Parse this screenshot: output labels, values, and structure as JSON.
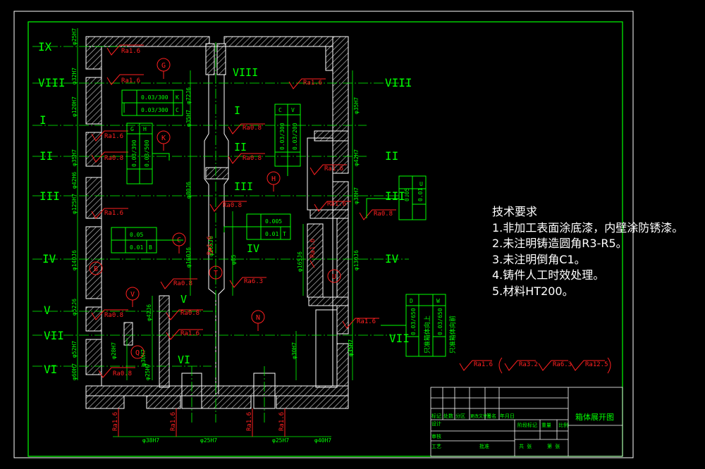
{
  "colors": {
    "background": "#000000",
    "frame": "#00ff00",
    "section": "#00ff00",
    "roughness": "#ff2020",
    "datum": "#ff2020",
    "tolerance": "#00ff00",
    "dimension": "#00ff00",
    "text": "#ffffff"
  },
  "section_labels_left": [
    "IX",
    "VIII",
    "I",
    "II",
    "III",
    "IV",
    "V",
    "VII",
    "VI"
  ],
  "section_labels_inner": [
    "VIII",
    "I",
    "II",
    "III",
    "IV",
    "V",
    "VI"
  ],
  "section_labels_right": [
    "VIII",
    "II",
    "III",
    "IV",
    "VII"
  ],
  "dimensions_left": [
    "φ25H7",
    "φ32H7",
    "φ120H7",
    "φ35H7",
    "φ42H6",
    "φ125H7",
    "φ140J6",
    "φ52J6",
    "φ52H7",
    "φ60H7"
  ],
  "dimensions_inner": [
    "φ72J6",
    "φ35H7",
    "φ80J6",
    "φ160J6",
    "φ28H7",
    "φ25H7",
    "φ42J6",
    "φ30H7",
    "φ165J6",
    "φ30H7",
    "φ35H7",
    "φ85",
    "φ165J6"
  ],
  "dimensions_right": [
    "φ35H7",
    "φ42H7",
    "φ38H7",
    "φ130J6",
    "φ35H7"
  ],
  "dimensions_bottom": [
    "φ38H7",
    "φ25H7",
    "φ25H7",
    "φ40H7"
  ],
  "roughness_marks": {
    "ra16": "Ra1.6",
    "ra08": "Ra0.8",
    "ra63": "Ra6.3"
  },
  "datums": [
    "G",
    "K",
    "H",
    "C",
    "B",
    "T",
    "U",
    "V",
    "N",
    "Q"
  ],
  "tolerance_frames": {
    "f1": {
      "value": "0.03/300",
      "ref": "K"
    },
    "f2": {
      "value": "0.03/300",
      "ref": "C"
    },
    "f3": {
      "value": "0.03/390",
      "ref": "G"
    },
    "f4": {
      "value": "0.03/500",
      "ref": "H"
    },
    "f5": {
      "value": "0.03/300",
      "ref": "C"
    },
    "f6": {
      "value": "0.03/200",
      "ref": "V"
    },
    "f7": {
      "value": "0.05",
      "ref": ""
    },
    "f8": {
      "value": "0.01",
      "ref": "B"
    },
    "f9": {
      "value": "0.005",
      "ref": ""
    },
    "f10": {
      "value": "0.01",
      "ref": "T"
    },
    "f11": {
      "value": "0.05",
      "ref": ""
    },
    "f12": {
      "value": "0.01",
      "ref": "U"
    },
    "f13": {
      "value": "0.03/650",
      "ref": "D",
      "note": "只准箱体向上"
    },
    "f14": {
      "value": "0.03/650",
      "ref": "W",
      "note": "只准箱体向前"
    }
  },
  "roughness_legend": [
    "Ra1.6",
    "Ra3.2",
    "Ra6.3",
    "Ra12.5"
  ],
  "tech_requirements": {
    "title": "技术要求",
    "items": [
      "1.非加工表面涂底漆，内壁涂防锈漆。",
      "2.未注明铸造圆角R3-R5。",
      "3.未注明倒角C1。",
      "4.铸件人工时效处理。",
      "5.材料HT200。"
    ]
  },
  "title_block": {
    "drawing_title": "箱体展开图",
    "row_labels": [
      "标记",
      "处数",
      "分区",
      "更改文件号",
      "签名",
      "年月日"
    ],
    "designer_label": "设计",
    "standard_label": "标准化",
    "stage_label": "阶段标记",
    "weight_label": "重量",
    "scale_label": "比例",
    "review_label": "审核",
    "craft_label": "工艺",
    "approve_label": "批准",
    "sheet_label": "共 张",
    "sheet_no_label": "第 张"
  }
}
